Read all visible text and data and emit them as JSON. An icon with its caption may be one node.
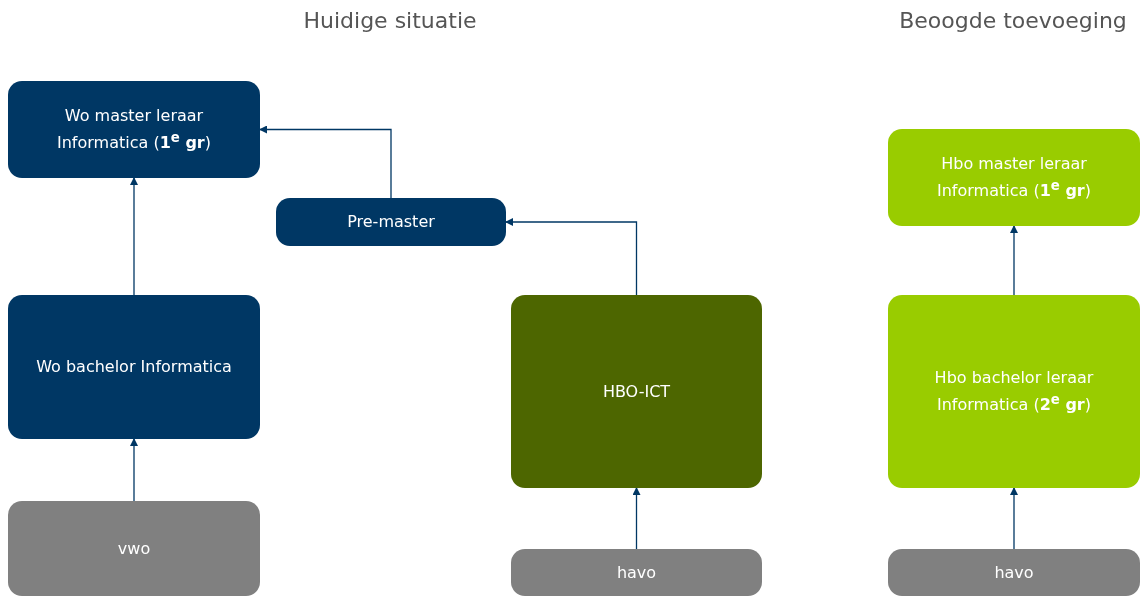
{
  "diagram": {
    "nodes": [
      {
        "text": [
          "Wo master leraar Informatica (**1$^{e}$ gr**)"
        ]
      },
      {
        "text": [
          "Pre-master"
        ]
      },
      {
        "text": [
          "Wo bachelor Informatica"
        ]
      },
      {
        "text": [
          "HBO-ICT"
        ]
      },
      {
        "text": [
          "vwo"
        ]
      },
      {
        "text": [
          "havo"
        ]
      },
      {
        "text": [
          "Hbo master leraar Informatica (**1$^{e}$ gr**)"
        ]
      },
      {
        "text": [
          "Hbo bachelor leraar Informatica (**2$^{e}$ gr**)"
        ]
      },
      {
        "text": [
          "havo"
        ]
      }
    ],
    "edges": [
      {
        "from": 2,
        "to": 0,
        "arrow": "to"
      },
      {
        "from": 1,
        "to": 0,
        "arrow": "to"
      },
      {
        "from": 3,
        "to": 1,
        "arrow": "to"
      },
      {
        "from": 4,
        "to": 2,
        "arrow": "to"
      },
      {
        "from": 5,
        "to": 3,
        "arrow": "to"
      },
      {
        "from": 8,
        "to": 7,
        "arrow": "to"
      },
      {
        "from": 7,
        "to": 6,
        "arrow": "to"
      }
    ],
    "labels": [
      "Huidige situatie",
      "Beoogde toevoeging"
    ]
  }
}
